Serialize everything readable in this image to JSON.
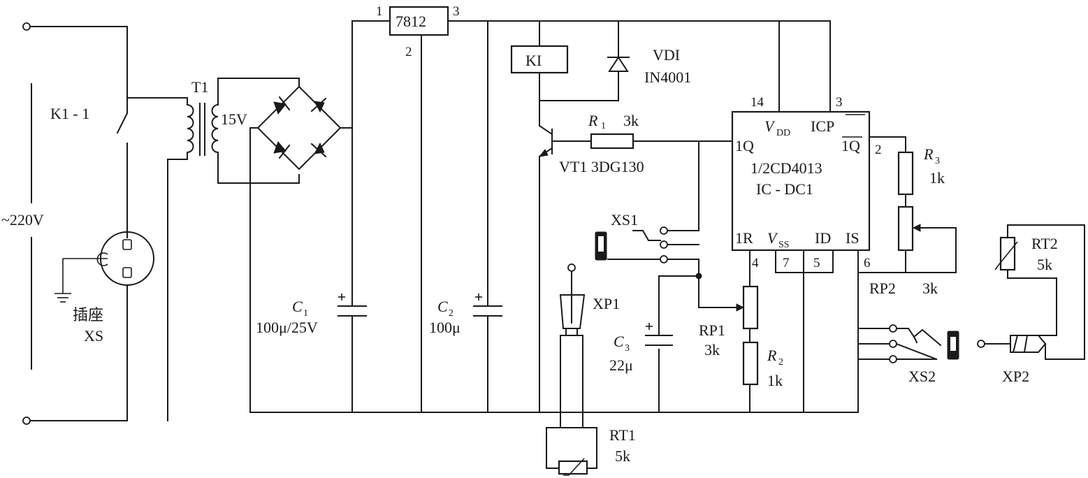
{
  "mains": {
    "voltage": "~220V",
    "switch": "K1 - 1",
    "socket_cn": "插座",
    "socket_en": "XS"
  },
  "transformer": {
    "name": "T1",
    "secondary": "15V"
  },
  "regulator": {
    "name": "7812",
    "pin1": "1",
    "pin2": "2",
    "pin3": "3"
  },
  "c1": {
    "letter": "C",
    "num": "1",
    "value": "100μ/25V"
  },
  "c2": {
    "letter": "C",
    "num": "2",
    "value": "100μ"
  },
  "c3": {
    "letter": "C",
    "num": "3",
    "value": "22μ"
  },
  "relay": {
    "name": "KI"
  },
  "diode": {
    "name": "VDI",
    "part": "IN4001"
  },
  "r1": {
    "letter": "R",
    "num": "1",
    "value": "3k"
  },
  "r2": {
    "letter": "R",
    "num": "2",
    "value": "1k"
  },
  "r3": {
    "letter": "R",
    "num": "3",
    "value": "1k"
  },
  "vt1": {
    "label": "VT1 3DG130"
  },
  "ic": {
    "part": "1/2CD4013",
    "name": "IC - DC1",
    "pin14": "14",
    "pin3": "3",
    "pin2": "2",
    "pin4": "4",
    "pin7": "7",
    "pin5": "5",
    "pin6": "6",
    "vdd_v": "V",
    "vdd_sub": "DD",
    "icp": "ICP",
    "q1": "1Q",
    "q1bar": "1Q",
    "r1": "1R",
    "vss_v": "V",
    "vss_sub": "SS",
    "id": "ID",
    "is": "IS"
  },
  "rp1": {
    "name": "RP1",
    "value": "3k"
  },
  "rp2": {
    "name": "RP2",
    "value": "3k"
  },
  "xs1": {
    "name": "XS1"
  },
  "xs2": {
    "name": "XS2"
  },
  "xp1": {
    "name": "XP1"
  },
  "xp2": {
    "name": "XP2"
  },
  "rt1": {
    "name": "RT1",
    "value": "5k"
  },
  "rt2": {
    "name": "RT2",
    "value": "5k"
  }
}
